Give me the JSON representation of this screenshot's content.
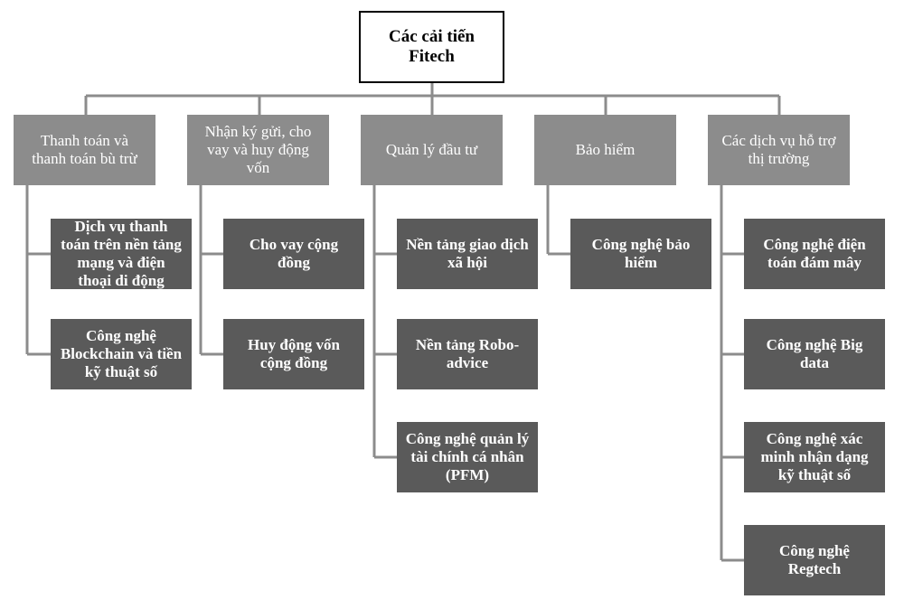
{
  "root": {
    "label": "Các cải tiến\nFitech"
  },
  "categories": [
    {
      "label": "Thanh toán và\nthanh toán bù trừ",
      "items": [
        "Dịch vụ thanh\ntoán trên nền tảng\nmạng và điện\nthoại di động",
        "Công nghệ\nBlockchain và tiền\nkỹ thuật số"
      ]
    },
    {
      "label": "Nhận ký gửi, cho\nvay và huy động\nvốn",
      "items": [
        "Cho vay cộng\nđồng",
        "Huy động vốn\ncộng đồng"
      ]
    },
    {
      "label": "Quản lý đầu tư",
      "items": [
        "Nền tảng giao dịch\nxã hội",
        "Nền tảng Robo-\nadvice",
        "Công nghệ quản lý\ntài chính cá nhân\n(PFM)"
      ]
    },
    {
      "label": "Bảo hiểm",
      "items": [
        "Công nghệ bảo\nhiểm"
      ]
    },
    {
      "label": "Các dịch vụ hỗ trợ\nthị trường",
      "items": [
        "Công nghệ điện\ntoán đám mây",
        "Công nghệ Big\ndata",
        "Công nghệ xác\nminh nhận dạng\nkỹ thuật số",
        "Công nghệ\nRegtech"
      ]
    }
  ],
  "colors": {
    "root_fill": "#ffffff",
    "category_fill": "#8c8c8c",
    "item_fill": "#5a5a5a",
    "text_on_dark": "#ffffff",
    "connector": "#8c8c8c"
  }
}
